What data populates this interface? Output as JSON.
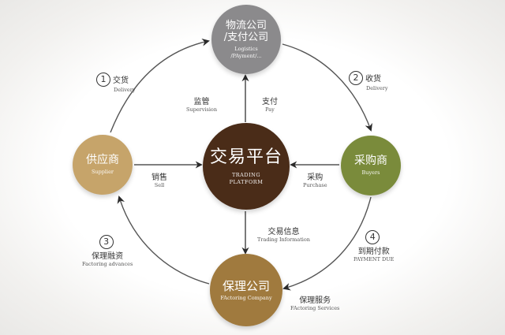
{
  "nodes": {
    "logistics": {
      "zh_line1": "物流公司",
      "zh_line2": "/支付公司",
      "en_line1": "Logistics",
      "en_line2": "/PAyment/..."
    },
    "platform": {
      "zh": "交易平台",
      "en_line1": "TRADING",
      "en_line2": "PLATFORM"
    },
    "supplier": {
      "zh": "供应商",
      "en": "Supplier"
    },
    "buyer": {
      "zh": "采购商",
      "en": "Buyers"
    },
    "factoring": {
      "zh": "保理公司",
      "en": "FActoring Company"
    }
  },
  "edges": {
    "supervision": {
      "zh": "监管",
      "en": "Supervision"
    },
    "pay": {
      "zh": "支付",
      "en": "Pay"
    },
    "sell": {
      "zh": "销售",
      "en": "Sell"
    },
    "purchase": {
      "zh": "采购",
      "en": "Purchase"
    },
    "trading_info": {
      "zh": "交易信息",
      "en": "Trading Information"
    }
  },
  "steps": {
    "delivery_1": {
      "num": "1",
      "zh": "交货",
      "en": "Delivery"
    },
    "delivery_2": {
      "num": "2",
      "zh": "收货",
      "en": "Delivery"
    },
    "factoring_3": {
      "num": "3",
      "zh": "保理融资",
      "en": "Factoring advances"
    },
    "payment_4": {
      "num": "4",
      "zh": "到期付款",
      "en": "PAYMENT DUE"
    },
    "services": {
      "zh": "保理服务",
      "en": "FActoring Services"
    }
  },
  "colors": {
    "logistics": "#8b8a8c",
    "platform": "#4a2c18",
    "supplier": "#c6a46a",
    "buyer": "#7a8b3b",
    "factoring": "#a07a3e",
    "lines": "#333333"
  }
}
